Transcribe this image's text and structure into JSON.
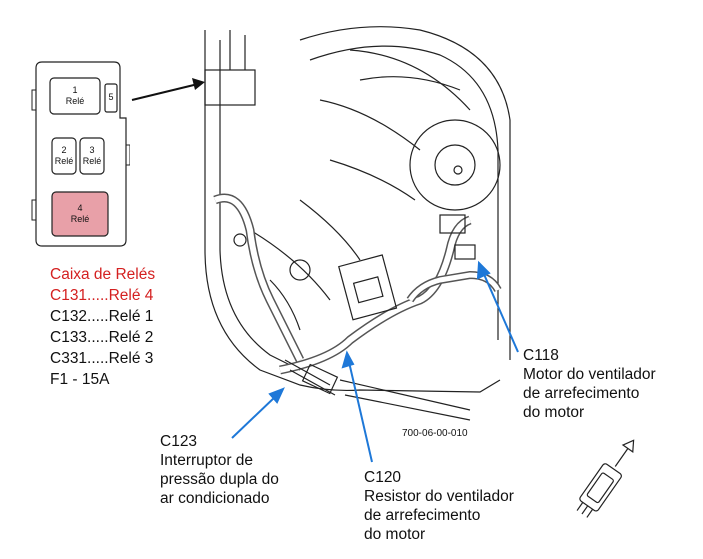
{
  "relay_box": {
    "relay1": {
      "num": "1",
      "label": "Relé"
    },
    "relay5": {
      "num": "5"
    },
    "relay2": {
      "num": "2",
      "label": "Relé"
    },
    "relay3": {
      "num": "3",
      "label": "Relé"
    },
    "relay4": {
      "num": "4",
      "label": "Relé"
    }
  },
  "legend": {
    "title": "Caixa de Relés",
    "items": [
      "C131.....Relé 4",
      "C132.....Relé 1",
      "C133.....Relé 2",
      "C331.....Relé 3",
      "F1 - 15A"
    ]
  },
  "callouts": {
    "c118": {
      "code": "C118",
      "lines": [
        "Motor do ventilador",
        "de arrefecimento",
        "do motor"
      ]
    },
    "c123": {
      "code": "C123",
      "lines": [
        "Interruptor de",
        "pressão dupla do",
        "ar condicionado"
      ]
    },
    "c120": {
      "code": "C120",
      "lines": [
        "Resistor do ventilador",
        "de arrefecimento",
        "do motor"
      ]
    }
  },
  "reference_code": "700-06-00-010",
  "colors": {
    "highlight": "#e8a0a8",
    "legend_title": "#d42020",
    "arrow": "#1e78d8"
  },
  "icons": [
    "front-of-vehicle-icon"
  ]
}
